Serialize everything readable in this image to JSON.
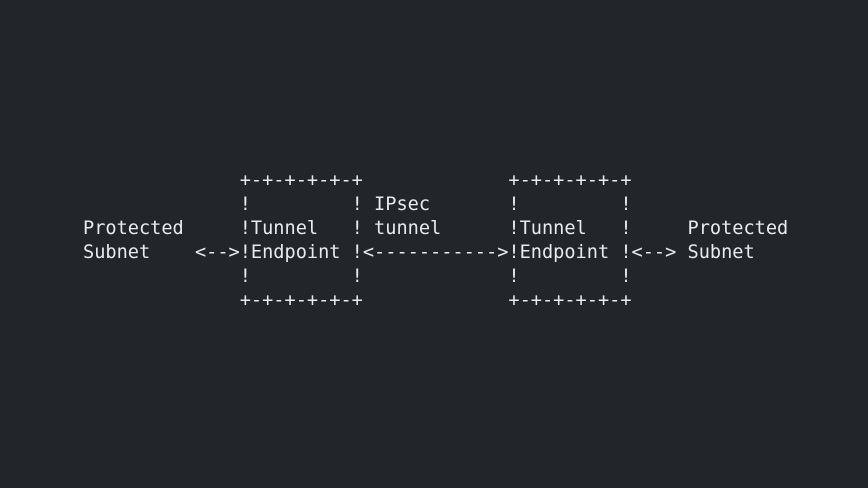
{
  "colors": {
    "background": "#22262b",
    "text": "#e8eaed"
  },
  "diagram": {
    "type": "ascii-network-diagram",
    "entities": {
      "left_subnet_label": "Protected Subnet",
      "left_gateway_label": "Tunnel Endpoint",
      "tunnel_label": "IPsec tunnel",
      "right_gateway_label": "Tunnel Endpoint",
      "right_subnet_label": "Protected Subnet",
      "left_link": "<-->",
      "tunnel_link": "<----------->",
      "right_link": "<-->"
    },
    "lines": [
      "              +-+-+-+-+-+             +-+-+-+-+-+",
      "              !         ! IPsec       !         !",
      "Protected     !Tunnel   ! tunnel      !Tunnel   !     Protected",
      "Subnet    <-->!Endpoint !<----------->!Endpoint !<--> Subnet",
      "              !         !             !         !",
      "              +-+-+-+-+-+             +-+-+-+-+-+"
    ]
  }
}
